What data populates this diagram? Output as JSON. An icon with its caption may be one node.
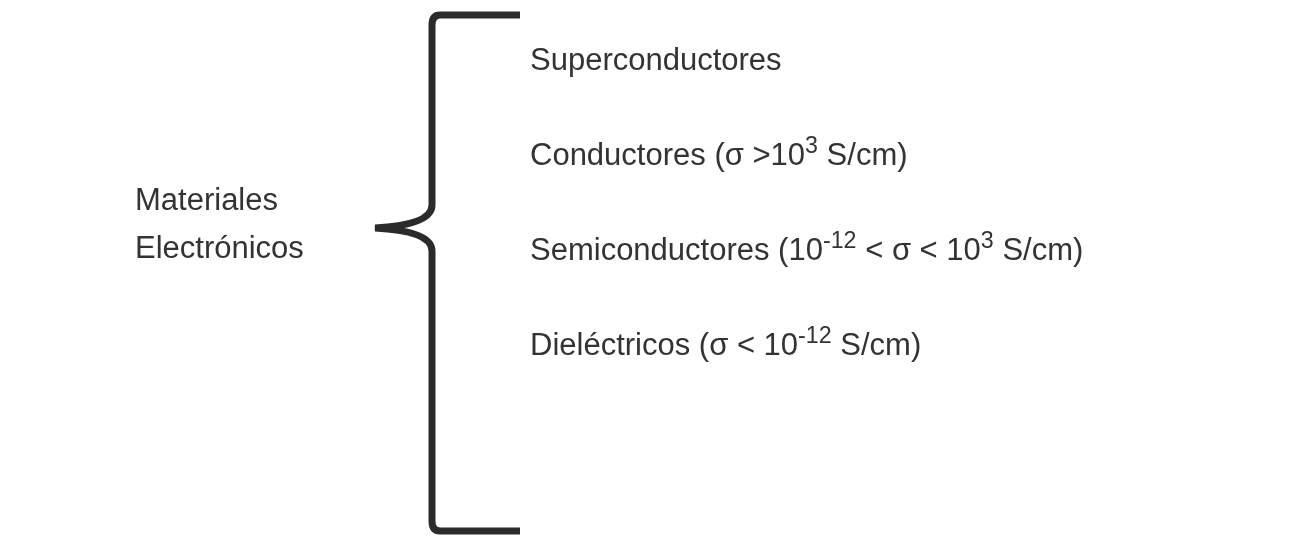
{
  "diagram": {
    "labels": [
      "Materiales Electrónicos",
      "Superconductores",
      "Conductores (σ >10$^{3}$ S/cm)",
      "Semiconductores (10$^{-12}$ < σ < 10$^{3}$ S/cm)",
      "Dieléctricos (σ < 10$^{-12}$ S/cm)"
    ]
  }
}
